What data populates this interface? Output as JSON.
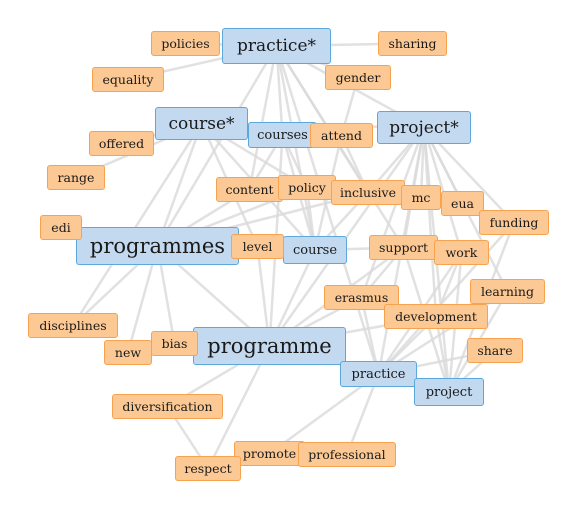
{
  "colors": {
    "term_fill": "#fcc994",
    "term_border": "#f6a24e",
    "key_fill": "#c3d9f0",
    "key_border": "#5aa8dc",
    "edge": "#d9d9d9"
  },
  "nodes": [
    {
      "id": "practice_star",
      "label": "practice*",
      "kind": "key"
    },
    {
      "id": "policies",
      "label": "policies",
      "kind": "term"
    },
    {
      "id": "sharing",
      "label": "sharing",
      "kind": "term"
    },
    {
      "id": "equality",
      "label": "equality",
      "kind": "term"
    },
    {
      "id": "gender",
      "label": "gender",
      "kind": "term"
    },
    {
      "id": "course_star",
      "label": "course*",
      "kind": "key"
    },
    {
      "id": "project_star",
      "label": "project*",
      "kind": "key"
    },
    {
      "id": "courses",
      "label": "courses",
      "kind": "key"
    },
    {
      "id": "attend",
      "label": "attend",
      "kind": "term"
    },
    {
      "id": "offered",
      "label": "offered",
      "kind": "term"
    },
    {
      "id": "range",
      "label": "range",
      "kind": "term"
    },
    {
      "id": "content",
      "label": "content",
      "kind": "term"
    },
    {
      "id": "policy",
      "label": "policy",
      "kind": "term"
    },
    {
      "id": "inclusive",
      "label": "inclusive",
      "kind": "term"
    },
    {
      "id": "mc",
      "label": "mc",
      "kind": "term"
    },
    {
      "id": "eua",
      "label": "eua",
      "kind": "term"
    },
    {
      "id": "funding",
      "label": "funding",
      "kind": "term"
    },
    {
      "id": "edi",
      "label": "edi",
      "kind": "term"
    },
    {
      "id": "programmes",
      "label": "programmes",
      "kind": "key"
    },
    {
      "id": "level",
      "label": "level",
      "kind": "term"
    },
    {
      "id": "course",
      "label": "course",
      "kind": "key"
    },
    {
      "id": "support",
      "label": "support",
      "kind": "term"
    },
    {
      "id": "work",
      "label": "work",
      "kind": "term"
    },
    {
      "id": "learning",
      "label": "learning",
      "kind": "term"
    },
    {
      "id": "erasmus",
      "label": "erasmus",
      "kind": "term"
    },
    {
      "id": "development",
      "label": "development",
      "kind": "term"
    },
    {
      "id": "disciplines",
      "label": "disciplines",
      "kind": "term"
    },
    {
      "id": "bias",
      "label": "bias",
      "kind": "term"
    },
    {
      "id": "new",
      "label": "new",
      "kind": "term"
    },
    {
      "id": "programme",
      "label": "programme",
      "kind": "key"
    },
    {
      "id": "share",
      "label": "share",
      "kind": "term"
    },
    {
      "id": "practice",
      "label": "practice",
      "kind": "key"
    },
    {
      "id": "project",
      "label": "project",
      "kind": "key"
    },
    {
      "id": "diversification",
      "label": "diversification",
      "kind": "term"
    },
    {
      "id": "promote",
      "label": "promote",
      "kind": "term"
    },
    {
      "id": "professional",
      "label": "professional",
      "kind": "term"
    },
    {
      "id": "respect",
      "label": "respect",
      "kind": "term"
    }
  ],
  "edges": [
    [
      "practice_star",
      "sharing"
    ],
    [
      "practice_star",
      "policies"
    ],
    [
      "practice_star",
      "equality"
    ],
    [
      "practice_star",
      "gender"
    ],
    [
      "practice_star",
      "courses"
    ],
    [
      "practice_star",
      "programmes"
    ],
    [
      "practice_star",
      "course"
    ],
    [
      "practice_star",
      "support"
    ],
    [
      "practice_star",
      "inclusive"
    ],
    [
      "practice_star",
      "practice"
    ],
    [
      "practice_star",
      "content"
    ],
    [
      "course_star",
      "offered"
    ],
    [
      "course_star",
      "range"
    ],
    [
      "course_star",
      "courses"
    ],
    [
      "course_star",
      "attend"
    ],
    [
      "course_star",
      "programmes"
    ],
    [
      "course_star",
      "course"
    ],
    [
      "course_star",
      "policy"
    ],
    [
      "course_star",
      "level"
    ],
    [
      "course_star",
      "disciplines"
    ],
    [
      "courses",
      "policy"
    ],
    [
      "courses",
      "content"
    ],
    [
      "courses",
      "course"
    ],
    [
      "courses",
      "programme"
    ],
    [
      "project_star",
      "mc"
    ],
    [
      "project_star",
      "eua"
    ],
    [
      "project_star",
      "funding"
    ],
    [
      "project_star",
      "support"
    ],
    [
      "project_star",
      "work"
    ],
    [
      "project_star",
      "practice"
    ],
    [
      "project_star",
      "project"
    ],
    [
      "project_star",
      "inclusive"
    ],
    [
      "project_star",
      "erasmus"
    ],
    [
      "project_star",
      "development"
    ],
    [
      "project_star",
      "learning"
    ],
    [
      "project_star",
      "programme"
    ],
    [
      "programmes",
      "edi"
    ],
    [
      "programmes",
      "level"
    ],
    [
      "programmes",
      "content"
    ],
    [
      "programmes",
      "course"
    ],
    [
      "programmes",
      "policy"
    ],
    [
      "programmes",
      "bias"
    ],
    [
      "programmes",
      "disciplines"
    ],
    [
      "programmes",
      "new"
    ],
    [
      "programmes",
      "inclusive"
    ],
    [
      "programme",
      "bias"
    ],
    [
      "programme",
      "new"
    ],
    [
      "programme",
      "diversification"
    ],
    [
      "programme",
      "respect"
    ],
    [
      "programme",
      "practice"
    ],
    [
      "programme",
      "project"
    ],
    [
      "programme",
      "development"
    ],
    [
      "programme",
      "erasmus"
    ],
    [
      "programme",
      "course"
    ],
    [
      "programme",
      "level"
    ],
    [
      "programme",
      "support"
    ],
    [
      "practice",
      "share"
    ],
    [
      "practice",
      "learning"
    ],
    [
      "practice",
      "development"
    ],
    [
      "practice",
      "erasmus"
    ],
    [
      "practice",
      "professional"
    ],
    [
      "practice",
      "promote"
    ],
    [
      "practice",
      "funding"
    ],
    [
      "practice",
      "work"
    ],
    [
      "project",
      "share"
    ],
    [
      "project",
      "learning"
    ],
    [
      "project",
      "development"
    ],
    [
      "project",
      "funding"
    ],
    [
      "project",
      "work"
    ],
    [
      "project",
      "support"
    ],
    [
      "development",
      "erasmus"
    ],
    [
      "development",
      "learning"
    ],
    [
      "development",
      "work"
    ],
    [
      "course",
      "policy"
    ],
    [
      "course",
      "inclusive"
    ],
    [
      "course",
      "support"
    ],
    [
      "course",
      "level"
    ],
    [
      "course",
      "attend"
    ],
    [
      "mc",
      "eua"
    ],
    [
      "inclusive",
      "mc"
    ],
    [
      "inclusive",
      "policy"
    ],
    [
      "support",
      "work"
    ],
    [
      "support",
      "erasmus"
    ],
    [
      "attend",
      "inclusive"
    ],
    [
      "promote",
      "respect"
    ],
    [
      "professional",
      "promote"
    ],
    [
      "respect",
      "diversification"
    ],
    [
      "practice_star",
      "project_star"
    ],
    [
      "course_star",
      "project_star"
    ],
    [
      "programmes",
      "programme"
    ],
    [
      "gender",
      "attend"
    ]
  ]
}
